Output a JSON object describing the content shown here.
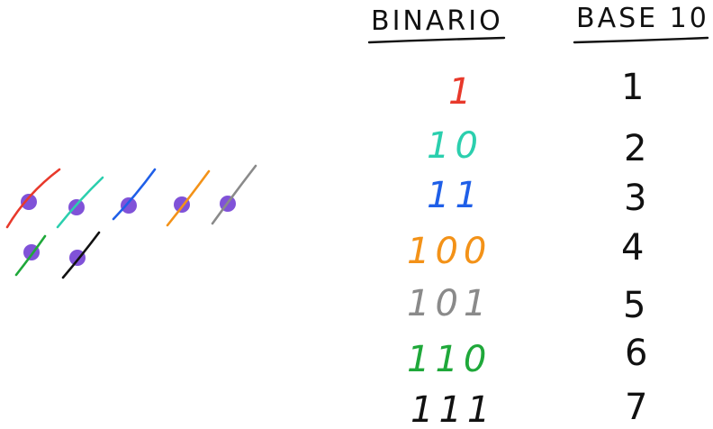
{
  "table": {
    "headers": {
      "binary": "BINARIO",
      "decimal": "BASE 10"
    },
    "rows": [
      {
        "binary": "1",
        "decimal": "1",
        "color": "#e8392b"
      },
      {
        "binary": "10",
        "decimal": "2",
        "color": "#2bcfae"
      },
      {
        "binary": "11",
        "decimal": "3",
        "color": "#1f5fe8"
      },
      {
        "binary": "100",
        "decimal": "4",
        "color": "#f39218"
      },
      {
        "binary": "101",
        "decimal": "5",
        "color": "#8a8a8a"
      },
      {
        "binary": "110",
        "decimal": "6",
        "color": "#1fa83a"
      },
      {
        "binary": "111",
        "decimal": "7",
        "color": "#111111"
      }
    ]
  },
  "counters": {
    "dot_color": "#8052d8",
    "count": 7
  }
}
